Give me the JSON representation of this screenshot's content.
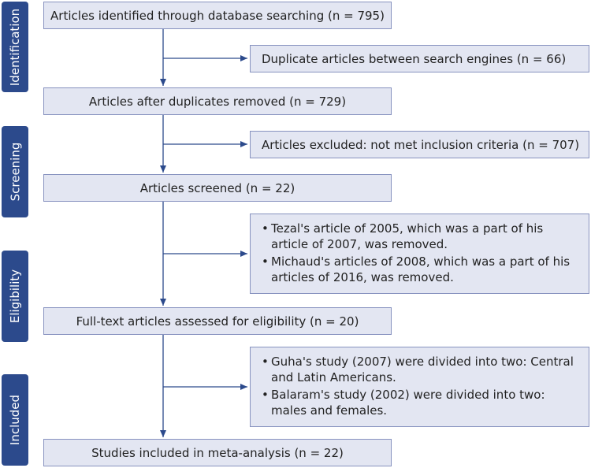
{
  "stages": {
    "identification": "Identification",
    "screening": "Screening",
    "eligibility": "Eligibility",
    "included": "Included"
  },
  "boxes": {
    "identified": "Articles identified through database searching (n = 795)",
    "duplicates": "Duplicate articles between search engines (n = 66)",
    "after_duplicates": "Articles after duplicates removed (n = 729)",
    "excluded": "Articles excluded: not met inclusion criteria (n = 707)",
    "screened": "Articles screened (n = 22)",
    "removed_notes": [
      "Tezal's article of 2005, which was a part of his article of 2007, was removed.",
      "Michaud's articles of 2008, which was a part of his articles of 2016, was removed."
    ],
    "full_text": "Full-text articles assessed for eligibility (n = 20)",
    "divided_notes": [
      "Guha's study (2007) were divided into two: Central and Latin Americans.",
      "Balaram's study (2002) were divided into two: males and females."
    ],
    "included": "Studies included in meta-analysis (n = 22)"
  },
  "colors": {
    "stage_fill": "#2c4a8c",
    "box_fill": "#e3e6f2",
    "box_border": "#8792bf",
    "arrow": "#2c4a8c"
  }
}
